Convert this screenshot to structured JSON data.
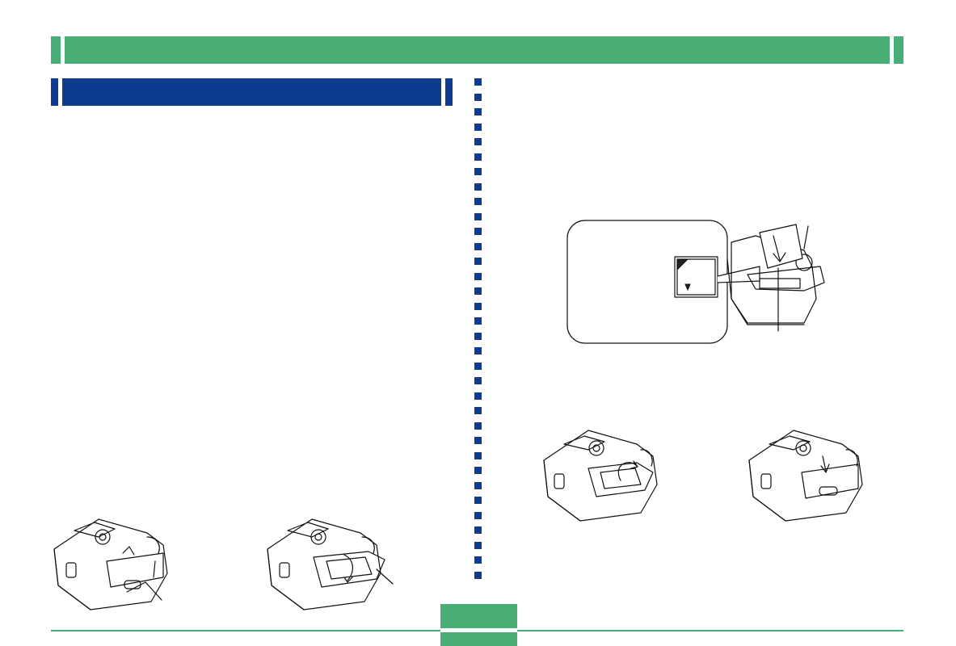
{
  "header": {
    "section_title": "",
    "page_number": ""
  },
  "illustrations": [
    {
      "name": "camera-card-insert-callout",
      "icon": "camera-card-slot-icon"
    },
    {
      "name": "camera-cover-close",
      "icon": "camera-cover-close-icon"
    },
    {
      "name": "camera-cover-latched",
      "icon": "camera-cover-latch-icon"
    },
    {
      "name": "camera-cover-release",
      "icon": "camera-cover-release-icon"
    },
    {
      "name": "camera-cover-open",
      "icon": "camera-cover-open-icon"
    }
  ],
  "colors": {
    "header_green": "#49ae76",
    "section_blue": "#0c3b8f"
  }
}
